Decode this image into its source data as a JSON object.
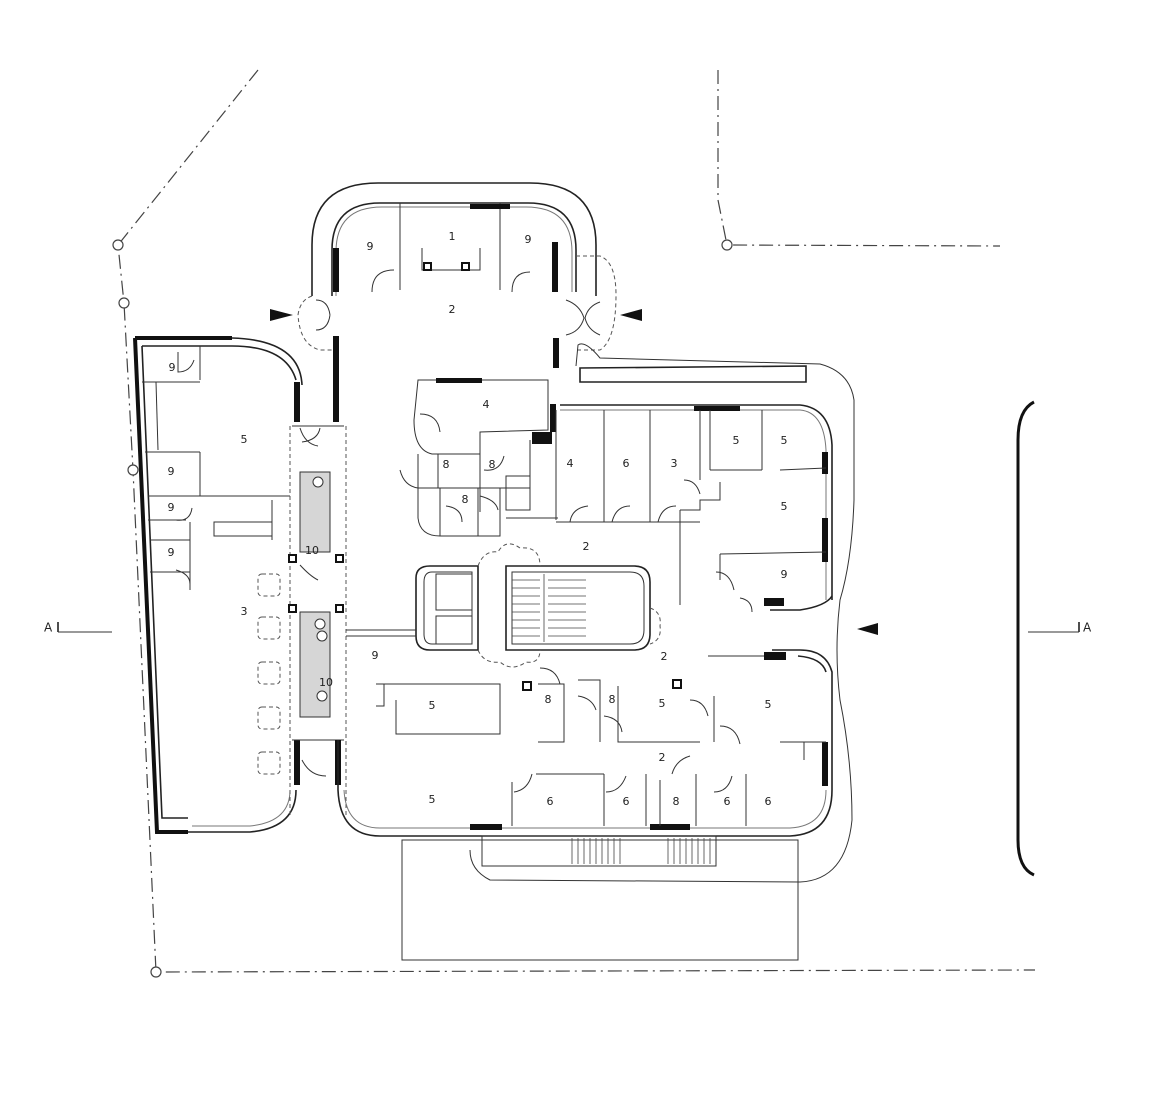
{
  "section_marks": {
    "left": "A",
    "right": "A"
  },
  "rooms": [
    {
      "id": "r1",
      "label": "1"
    },
    {
      "id": "r2-entry",
      "label": "2"
    },
    {
      "id": "r2-core",
      "label": "2"
    },
    {
      "id": "r2-east",
      "label": "2"
    },
    {
      "id": "r2-south",
      "label": "2"
    },
    {
      "id": "r3-west",
      "label": "3"
    },
    {
      "id": "r3-east",
      "label": "3"
    },
    {
      "id": "r4-a",
      "label": "4"
    },
    {
      "id": "r4-b",
      "label": "4"
    },
    {
      "id": "r5-west",
      "label": "5"
    },
    {
      "id": "r5-ne1",
      "label": "5"
    },
    {
      "id": "r5-ne2",
      "label": "5"
    },
    {
      "id": "r5-e",
      "label": "5"
    },
    {
      "id": "r5-mid",
      "label": "5"
    },
    {
      "id": "r5-sc",
      "label": "5"
    },
    {
      "id": "r5-se",
      "label": "5"
    },
    {
      "id": "r5-s",
      "label": "5"
    },
    {
      "id": "r6-n",
      "label": "6"
    },
    {
      "id": "r6-s1",
      "label": "6"
    },
    {
      "id": "r6-s2",
      "label": "6"
    },
    {
      "id": "r6-s3",
      "label": "6"
    },
    {
      "id": "r6-s4",
      "label": "6"
    },
    {
      "id": "r8-a",
      "label": "8"
    },
    {
      "id": "r8-b",
      "label": "8"
    },
    {
      "id": "r8-c",
      "label": "8"
    },
    {
      "id": "r8-d",
      "label": "8"
    },
    {
      "id": "r8-e",
      "label": "8"
    },
    {
      "id": "r8-f",
      "label": "8"
    },
    {
      "id": "r9-nw",
      "label": "9"
    },
    {
      "id": "r9-ne",
      "label": "9"
    },
    {
      "id": "r9-w1",
      "label": "9"
    },
    {
      "id": "r9-w2",
      "label": "9"
    },
    {
      "id": "r9-w3",
      "label": "9"
    },
    {
      "id": "r9-w4",
      "label": "9"
    },
    {
      "id": "r9-c",
      "label": "9"
    },
    {
      "id": "r9-e",
      "label": "9"
    },
    {
      "id": "r10-a",
      "label": "10"
    },
    {
      "id": "r10-b",
      "label": "10"
    }
  ]
}
